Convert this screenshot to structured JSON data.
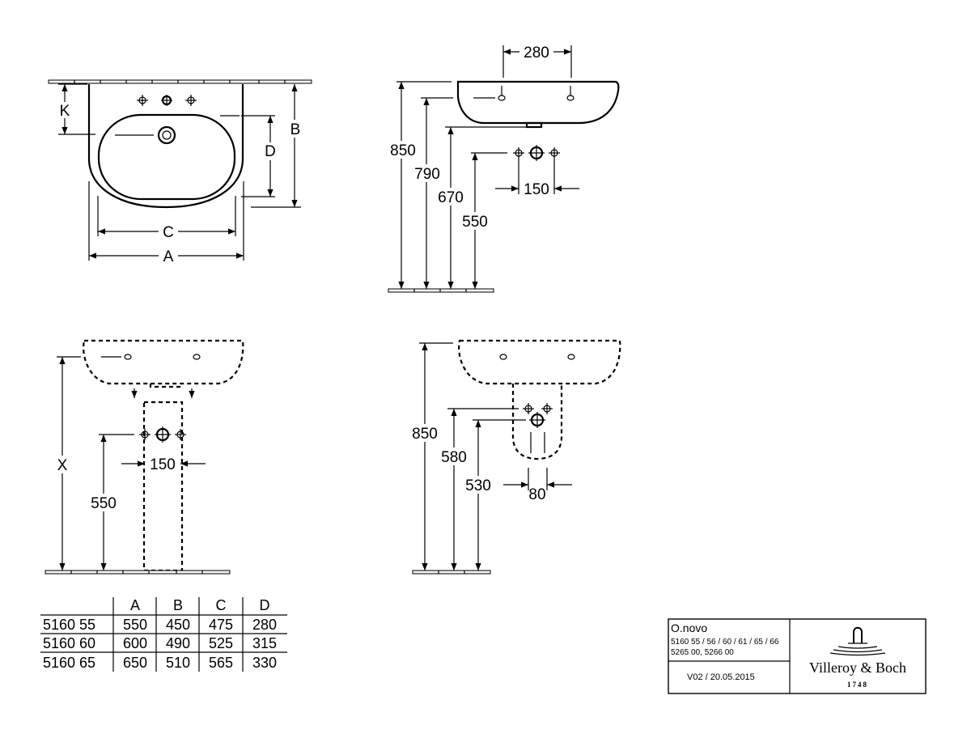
{
  "views": {
    "front": {
      "labels": {
        "k": "K",
        "b": "B",
        "d": "D",
        "c": "C",
        "a": "A"
      }
    },
    "side": {
      "labels": {
        "top": "280",
        "h1": "850",
        "h2": "790",
        "h3": "670",
        "h4": "550",
        "spacing": "150"
      }
    },
    "pedestal": {
      "labels": {
        "x": "X",
        "h": "550",
        "spacing": "150"
      }
    },
    "semi_pedestal": {
      "labels": {
        "h1": "850",
        "h2": "580",
        "h3": "530",
        "width": "80"
      }
    }
  },
  "table": {
    "headers": [
      "",
      "A",
      "B",
      "C",
      "D"
    ],
    "rows": [
      [
        "5160 55",
        "550",
        "450",
        "475",
        "280"
      ],
      [
        "5160 60",
        "600",
        "490",
        "525",
        "315"
      ],
      [
        "5160 65",
        "650",
        "510",
        "565",
        "330"
      ]
    ]
  },
  "title_block": {
    "product": "O.novo",
    "codes_line1": "5160 55 / 56 / 60 / 61 / 65 / 66",
    "codes_line2": "5265 00, 5266 00",
    "version": "V02 / 20.05.2015",
    "brand": "Villeroy & Boch",
    "year": "1748",
    "logo_icon": "faucet-logo-icon"
  }
}
